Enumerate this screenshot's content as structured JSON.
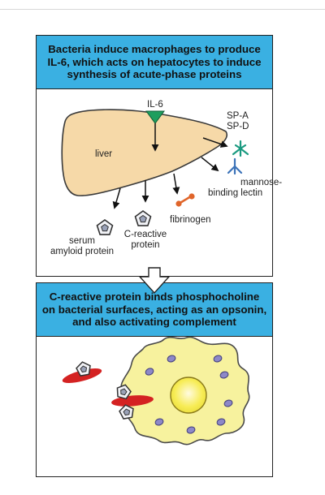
{
  "panel1": {
    "header": "Bacteria induce macrophages to produce IL-6, which acts on hepatocytes to induce synthesis of acute-phase proteins",
    "labels": {
      "il6": "IL-6",
      "liver": "liver",
      "spa": "SP-A",
      "spd": "SP-D",
      "mbl_1": "mannose-",
      "mbl_2": "binding lectin",
      "fibrinogen": "fibrinogen",
      "crp_1": "C-reactive",
      "crp_2": "protein",
      "saa_1": "serum",
      "saa_2": "amyloid protein"
    }
  },
  "panel2": {
    "header": "C-reactive protein binds phosphocholine on bacterial surfaces, acting as an opsonin, and also activating complement"
  },
  "colors": {
    "header_bg": "#3ab0e2",
    "liver": "#f6d9a8",
    "il6": "#1e9e5e",
    "surfactant": "#1a9a80",
    "mbl": "#3b72b8",
    "fibrinogen": "#e0652a",
    "bacteria": "#d42222",
    "macrophage": "#f7f29e",
    "nucleus": "#f4e640",
    "vesicle": "#8d88c8",
    "crp": "#9aa2b8"
  }
}
